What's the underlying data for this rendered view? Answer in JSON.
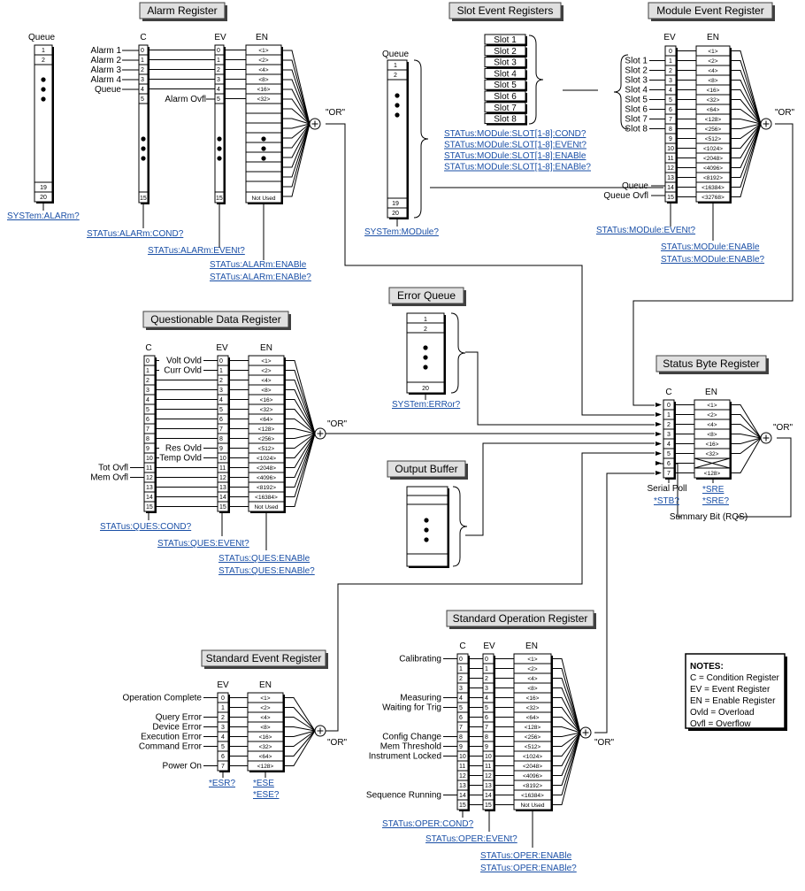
{
  "titles": {
    "alarm": "Alarm Register",
    "slot": "Slot Event Registers",
    "module": "Module Event Register",
    "error_queue": "Error Queue",
    "questionable": "Questionable Data Register",
    "status_byte": "Status Byte Register",
    "output_buffer": "Output Buffer",
    "standard_operation": "Standard Operation Register",
    "standard_event": "Standard Event Register"
  },
  "headers": {
    "c": "C",
    "ev": "EV",
    "en": "EN"
  },
  "or_label": "\"OR\"",
  "ellipsis": "•",
  "alarm": {
    "queue_label": "Queue",
    "queue_bits": [
      "1",
      "2",
      "19",
      "20"
    ],
    "inputs": [
      "Alarm 1",
      "Alarm 2",
      "Alarm 3",
      "Alarm 4",
      "Queue"
    ],
    "ovfl": "Alarm Ovfl",
    "bits": [
      "0",
      "1",
      "2",
      "3",
      "4",
      "5",
      "15"
    ],
    "en": [
      "<1>",
      "<2>",
      "<4>",
      "<8>",
      "<16>",
      "<32>"
    ],
    "not_used": "Not Used",
    "cmds": [
      "SYSTem:ALARm?",
      "STATus:ALARm:COND?",
      "STATus:ALARm:EVENt?",
      "STATus:ALARm:ENABle",
      "STATus:ALARm:ENABle?"
    ]
  },
  "slot": {
    "slots": [
      "Slot 1",
      "Slot 2",
      "Slot 3",
      "Slot 4",
      "Slot 5",
      "Slot 6",
      "Slot 7",
      "Slot 8"
    ],
    "cmds": [
      "STATus:MODule:SLOT[1-8]:COND?",
      "STATus:MODule:SLOT[1-8]:EVENt?",
      "STATus:MODule:SLOT[1-8]:ENABle",
      "STATus:MODule:SLOT[1-8]:ENABle?"
    ],
    "queue_label": "Queue",
    "queue_bits": [
      "1",
      "2",
      "19",
      "20"
    ],
    "queue_cmd": "SYSTem:MODule?"
  },
  "module": {
    "inputs": [
      "Slot 1",
      "Slot 2",
      "Slot 3",
      "Slot 4",
      "Slot 5",
      "Slot 6",
      "Slot 7",
      "Slot 8"
    ],
    "queue": "Queue",
    "queue_ovfl": "Queue Ovfl",
    "bits": [
      "0",
      "1",
      "2",
      "3",
      "4",
      "5",
      "6",
      "7",
      "8",
      "9",
      "10",
      "11",
      "12",
      "13",
      "14",
      "15"
    ],
    "en": [
      "<1>",
      "<2>",
      "<4>",
      "<8>",
      "<16>",
      "<32>",
      "<64>",
      "<128>",
      "<256>",
      "<512>",
      "<1024>",
      "<2048>",
      "<4096>",
      "<8192>",
      "<16384>",
      "<32768>"
    ],
    "cmds": [
      "STATus:MODule:EVENt?",
      "STATus:MODule:ENABle",
      "STATus:MODule:ENABle?"
    ]
  },
  "error_queue": {
    "bits": [
      "1",
      "2",
      "20"
    ],
    "cmd": "SYSTem:ERRor?"
  },
  "questionable": {
    "bits": [
      "0",
      "1",
      "2",
      "3",
      "4",
      "5",
      "6",
      "7",
      "8",
      "9",
      "10",
      "11",
      "12",
      "13",
      "14",
      "15"
    ],
    "en": [
      "<1>",
      "<2>",
      "<4>",
      "<8>",
      "<16>",
      "<32>",
      "<64>",
      "<128>",
      "<256>",
      "<512>",
      "<1024>",
      "<2048>",
      "<4096>",
      "<8192>",
      "<16384>"
    ],
    "not_used": "Not Used",
    "ev_inputs": [
      {
        "bit": 0,
        "label": "Volt Ovld"
      },
      {
        "bit": 1,
        "label": "Curr Ovld"
      },
      {
        "bit": 9,
        "label": "Res Ovld"
      },
      {
        "bit": 10,
        "label": "Temp Ovld"
      }
    ],
    "c_inputs": [
      {
        "bit": 11,
        "label": "Tot Ovfl"
      },
      {
        "bit": 12,
        "label": "Mem Ovfl"
      }
    ],
    "cmds": [
      "STATus:QUES:COND?",
      "STATus:QUES:EVENt?",
      "STATus:QUES:ENABle",
      "STATus:QUES:ENABle?"
    ]
  },
  "status_byte": {
    "bits": [
      "0",
      "1",
      "2",
      "3",
      "4",
      "5",
      "6",
      "7"
    ],
    "en": [
      "<1>",
      "<2>",
      "<4>",
      "<8>",
      "<16>",
      "<32>",
      "",
      "<128>"
    ],
    "serial_poll": "Serial Poll",
    "cmds": [
      "*STB?",
      "*SRE",
      "*SRE?"
    ],
    "summary": "Summary Bit (RQS)"
  },
  "standard_operation": {
    "bits": [
      "0",
      "1",
      "2",
      "3",
      "4",
      "5",
      "6",
      "7",
      "8",
      "9",
      "10",
      "11",
      "12",
      "13",
      "14",
      "15"
    ],
    "en": [
      "<1>",
      "<2>",
      "<4>",
      "<8>",
      "<16>",
      "<32>",
      "<64>",
      "<128>",
      "<256>",
      "<512>",
      "<1024>",
      "<2048>",
      "<4096>",
      "<8192>",
      "<16384>"
    ],
    "not_used": "Not Used",
    "inputs": [
      {
        "bit": 0,
        "label": "Calibrating"
      },
      {
        "bit": 4,
        "label": "Measuring"
      },
      {
        "bit": 5,
        "label": "Waiting for Trig"
      },
      {
        "bit": 8,
        "label": "Config Change"
      },
      {
        "bit": 9,
        "label": "Mem Threshold"
      },
      {
        "bit": 10,
        "label": "Instrument Locked"
      },
      {
        "bit": 14,
        "label": "Sequence Running"
      }
    ],
    "cmds": [
      "STATus:OPER:COND?",
      "STATus:OPER:EVENt?",
      "STATus:OPER:ENABle",
      "STATus:OPER:ENABle?"
    ]
  },
  "standard_event": {
    "bits": [
      "0",
      "1",
      "2",
      "3",
      "4",
      "5",
      "6",
      "7"
    ],
    "en": [
      "<1>",
      "<2>",
      "<4>",
      "<8>",
      "<16>",
      "<32>",
      "<64>",
      "<128>"
    ],
    "inputs": [
      {
        "bit": 0,
        "label": "Operation Complete"
      },
      {
        "bit": 2,
        "label": "Query Error"
      },
      {
        "bit": 3,
        "label": "Device Error"
      },
      {
        "bit": 4,
        "label": "Execution Error"
      },
      {
        "bit": 5,
        "label": "Command Error"
      },
      {
        "bit": 7,
        "label": "Power On"
      }
    ],
    "cmds": [
      "*ESR?",
      "*ESE",
      "*ESE?"
    ]
  },
  "notes": {
    "title": "NOTES:",
    "lines": [
      "C = Condition Register",
      "EV = Event Register",
      "EN = Enable Register",
      "Ovld = Overload",
      "Ovfl = Overflow"
    ]
  }
}
